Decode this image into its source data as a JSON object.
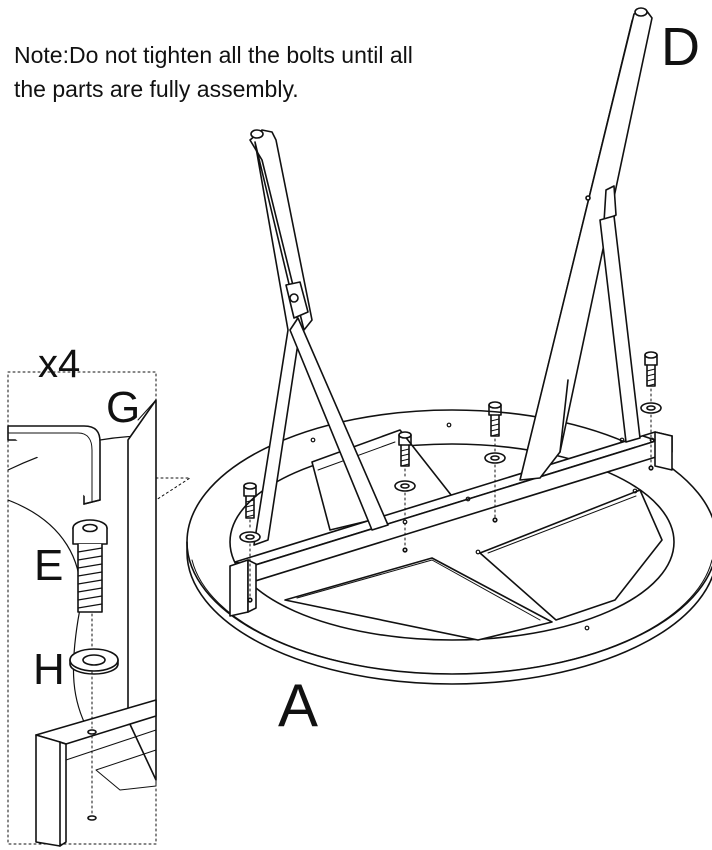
{
  "note": {
    "line1": "Note:Do not tighten all the bolts until all",
    "line2": "the parts are fully assembly."
  },
  "labels": {
    "d": "D",
    "a": "A",
    "quantity": "x4",
    "g": "G",
    "e": "E",
    "h": "H"
  },
  "colors": {
    "line": "#111111",
    "background": "#ffffff"
  }
}
